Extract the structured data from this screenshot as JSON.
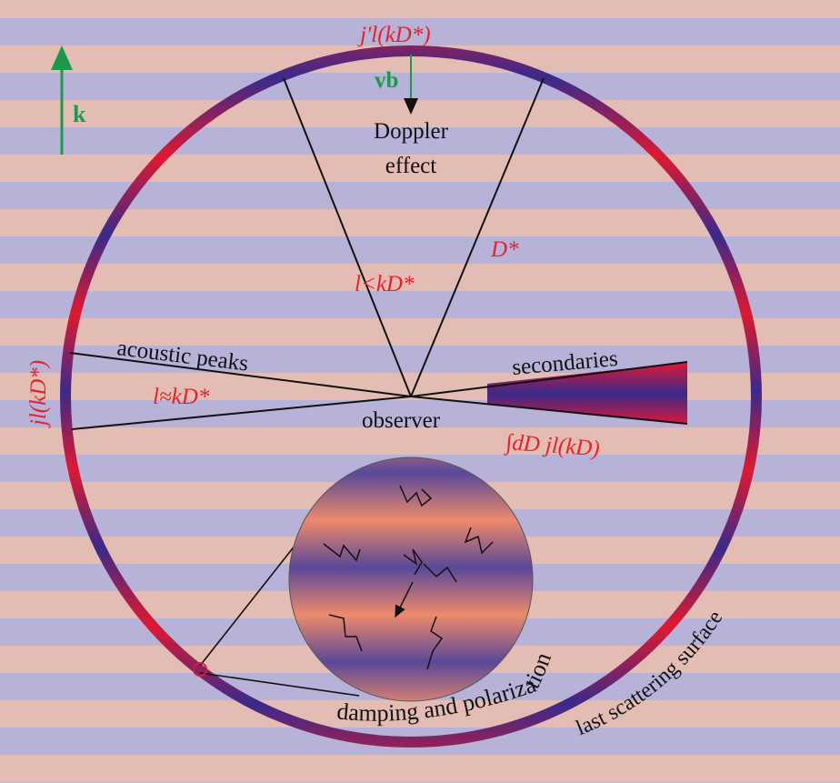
{
  "colors": {
    "stripe_warm": "#f2c0a8",
    "stripe_cool": "#b6b2d8",
    "ring_red": "#e01830",
    "ring_blue": "#3a2a8a",
    "red_text": "#e8202a",
    "green": "#1a9a4a",
    "line": "#111111"
  },
  "labels": {
    "jl_prime": "j'l(kD*)",
    "vb": "vb",
    "k": "k",
    "doppler_line1": "Doppler",
    "doppler_line2": "effect",
    "d_star": "D*",
    "l_lt": "l<kD*",
    "acoustic_peaks": "acoustic peaks",
    "l_approx": "l≈kD*",
    "jl": "jl(kD*)",
    "observer": "observer",
    "secondaries": "secondaries",
    "integral": "∫dD jl(kD)",
    "damping": "damping and polarization",
    "last_scattering": "last scattering surface"
  }
}
